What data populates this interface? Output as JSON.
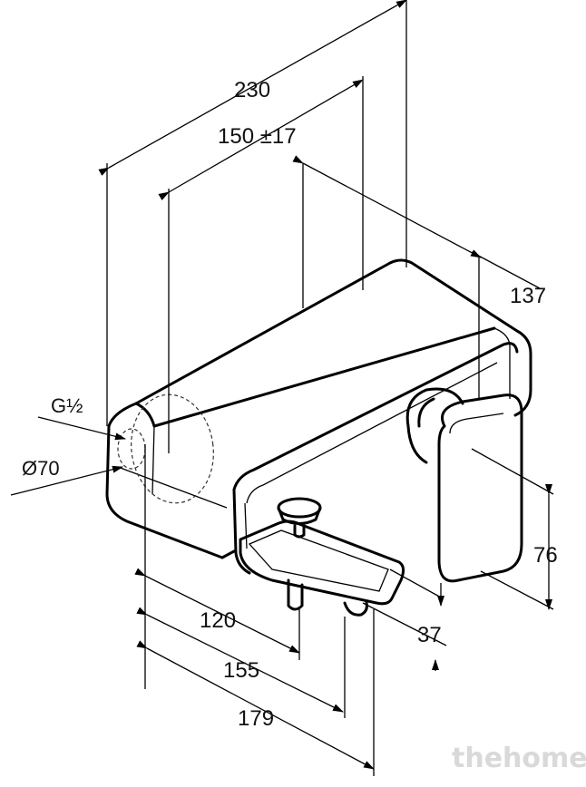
{
  "diagram": {
    "dimensions": {
      "total_length": "230",
      "wall_distance": "150 ±17",
      "depth": "137",
      "lever_height": "76",
      "spout_offset": "37",
      "spout_a": "120",
      "spout_b": "155",
      "spout_c": "179"
    },
    "labels": {
      "thread": "G½",
      "diameter": "Ø70"
    }
  },
  "watermark": "thehome"
}
